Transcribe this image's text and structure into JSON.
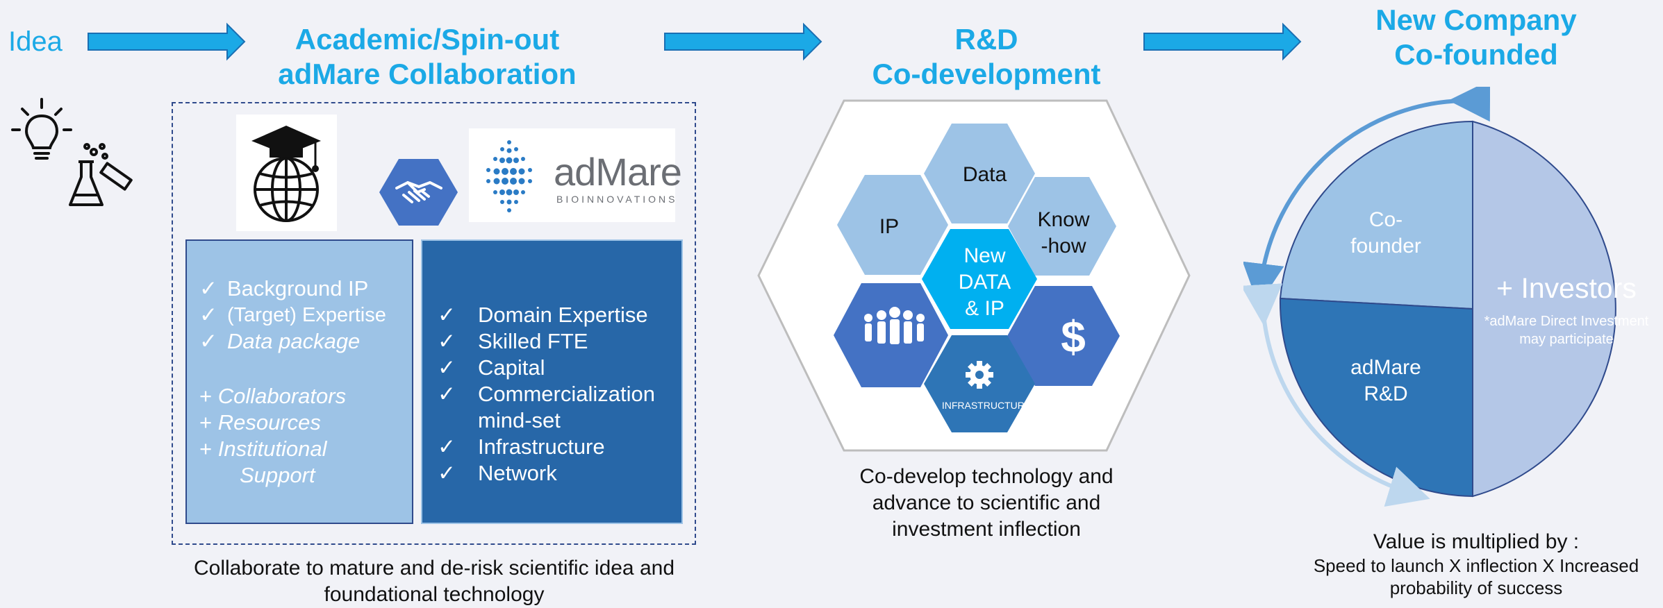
{
  "stage_idea": {
    "label": "Idea"
  },
  "stage1": {
    "title_line1": "Academic/Spin-out",
    "title_line2": "adMare Collaboration",
    "left_box": {
      "checks": [
        "Background IP",
        "(Target) Expertise",
        "Data package"
      ],
      "plus": [
        "Collaborators",
        "Resources",
        "Institutional"
      ],
      "plus_cont": "Support"
    },
    "right_box": {
      "items": [
        "Domain Expertise",
        "Skilled FTE",
        "Capital",
        "Commercialization",
        "Infrastructure",
        "Network"
      ],
      "item_cont": "mind-set"
    },
    "logo": {
      "word": "adMare",
      "sub": "BIOINNOVATIONS"
    },
    "caption_line1": "Collaborate to mature and de-risk scientific idea and",
    "caption_line2": "foundational technology"
  },
  "stage2": {
    "title_line1": "R&D",
    "title_line2": "Co-development",
    "hex_ip": "IP",
    "hex_data": "Data",
    "hex_know_1": "Know",
    "hex_know_2": "-how",
    "hex_new_1": "New",
    "hex_new_2": "DATA",
    "hex_new_3": "& IP",
    "hex_dollar": "$",
    "hex_infra": "INFRASTRUCTURE",
    "caption_line1": "Co-develop technology and",
    "caption_line2": "advance to scientific and",
    "caption_line3": "investment inflection"
  },
  "stage3": {
    "title_line1": "New Company",
    "title_line2": "Co-founded",
    "pie": {
      "cofounder_1": "Co-",
      "cofounder_2": "founder",
      "admare_1": "adMare",
      "admare_2": "R&D",
      "investors": "+ Investors",
      "note_1": "*adMare Direct Investment",
      "note_2": "may participate"
    },
    "caption_line1": "Value is multiplied by :",
    "caption_line2": "Speed to launch X inflection X Increased",
    "caption_line3": "probability of success"
  },
  "colors": {
    "accent": "#1ba9e6",
    "light_blue": "#9dc3e6",
    "mid_blue": "#2e75b6",
    "dark_blue": "#2767a8",
    "hex_blue": "#4472c4",
    "pie_light": "#b4c7e7"
  }
}
